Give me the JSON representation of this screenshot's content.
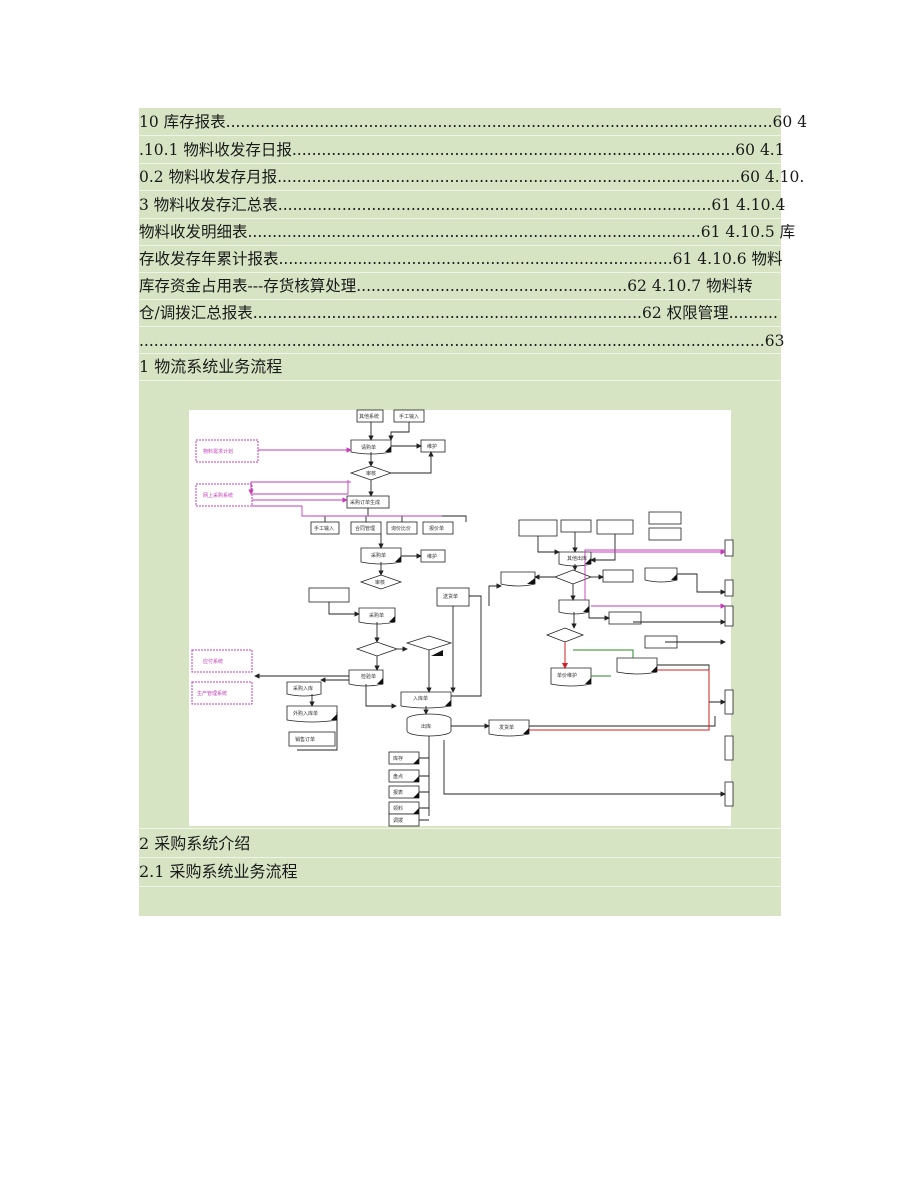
{
  "toc": {
    "lines": [
      "10 库存报表...............................................................................................................60 4",
      ".10.1 物料收发存日报..........................................................................................60 4.1",
      "0.2 物料收发存月报..............................................................................................60 4.10.",
      "3 物料收发存汇总表........................................................................................61 4.10.4",
      "物料收发明细表............................................................................................61 4.10.5 库",
      "存收发存年累计报表................................................................................61 4.10.6 物料",
      "库存资金占用表---存货核算处理.......................................................62 4.10.7 物料转",
      "仓/调拨汇总报表...............................................................................62 权限管理..........",
      "...............................................................................................................................63"
    ]
  },
  "headings": {
    "logistics_flow": "1 物流系统业务流程",
    "purchase_intro": "2 采购系统介绍",
    "purchase_flow": "2.1 采购系统业务流程"
  },
  "diagram": {
    "left_systems": [
      "物料需求计划",
      "网上采购系统",
      "应付系统",
      "生产管理系统"
    ],
    "boxes": [
      "其他系统",
      "手工输入",
      "请购单",
      "维护",
      "审核",
      "采购订单生成",
      "手工输入",
      "合同管理",
      "询价比价",
      "报价单",
      "采购单",
      "维护",
      "审核",
      "采购单",
      "送货单",
      "入库单",
      "检验单",
      "采购入库",
      "外购入库单",
      "销售订单",
      "出库",
      "发货单",
      "库存",
      "盘点",
      "报表",
      "领料",
      "调拨",
      "其他出库",
      "单价维护"
    ],
    "colors": {
      "magenta": "#c33cb8",
      "red": "#cc2222",
      "green": "#2a8a2a",
      "line": "#222222"
    }
  }
}
